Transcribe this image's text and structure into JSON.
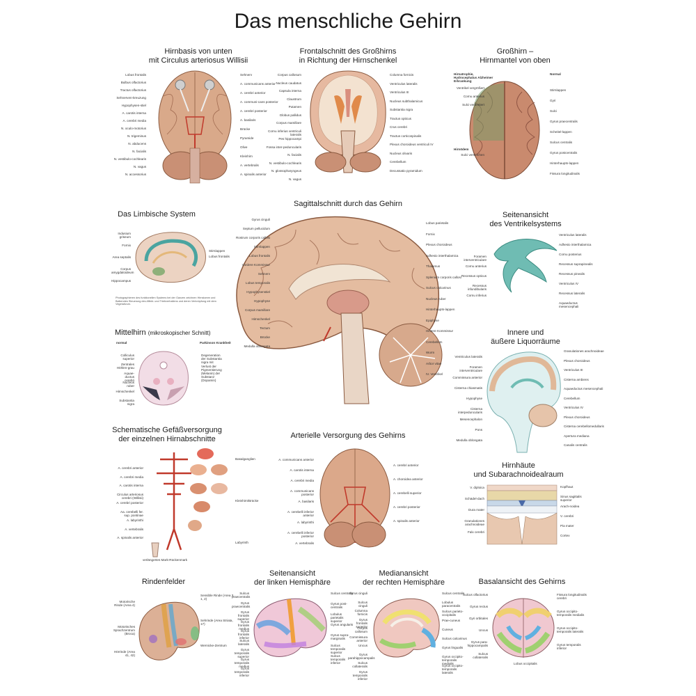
{
  "title": "Das menschliche Gehirn",
  "panels": {
    "hirnbasis": {
      "title_l1": "Hirnbasis von unten",
      "title_l2": "mit Circulus arteriosus Willisii",
      "left": [
        "Lobus frontalis",
        "Bulbus olfactorius",
        "Tractus olfactorius",
        "Sehnerven-kreuzung",
        "Hypophysen-stiel",
        "A. carotis interna",
        "A. cerebri media",
        "N. oculo-motorius",
        "N. trigeminus",
        "N. abducens",
        "N. facialis",
        "N. vestibulo-cochlearis",
        "N. vagus",
        "N. accessorius"
      ],
      "right": [
        "Sehnerv",
        "A. communicans anterior",
        "A. cerebri anterior",
        "A. communi-cans posterior",
        "A. cerebri posterior",
        "A. basilaris",
        "Brücke",
        "Pyramide",
        "Olive",
        "Kleinhirn",
        "A. vertebralis",
        "A. spinalis anterior"
      ]
    },
    "frontal": {
      "title_l1": "Frontalschnitt des Großhirns",
      "title_l2": "in Richtung der Hirnschenkel",
      "left": [
        "Corpus callosum",
        "Nucleus caudatus",
        "Capsula interna",
        "Claustrum",
        "Putamen",
        "Globus pallidus",
        "Corpus mamillare",
        "Cornu inferius ventriculi lateralis",
        "Pes hippocampi",
        "Fossa inter-peduncularis",
        "N. facialis",
        "N. vestibulo-cochlearis",
        "N. glossopharyngeus",
        "N. vagus"
      ],
      "right": [
        "Columna fornicis",
        "Ventriculus lateralis",
        "Ventriculus III",
        "Nucleus subthalamicus",
        "Substantia nigra",
        "Tractus opticus",
        "Crus cerebri",
        "Tractus corticospinalis",
        "Plexus choroideus ventriculi IV",
        "Nucleus olivaris",
        "Cerebellum",
        "Decussatio pyramidum"
      ]
    },
    "mantel": {
      "title_l1": "Großhirn –",
      "title_l2": "Hirnmantel von oben",
      "head_left": "Hirnatrophie, Hydrocephalus Alzheimer Erkrankung",
      "head_right": "Normal",
      "left": [
        "Ventrikel vergrößert",
        "Cornu anterius",
        "Sulci verbreitert"
      ],
      "left_bottom_head": "Hirnödem",
      "left_bottom": [
        "Sulci verstrichen"
      ],
      "right": [
        "Stirnlappen",
        "Gyri",
        "Sulci",
        "Gyrus praecentralis",
        "Scheitel-lappen",
        "Sulcus centralis",
        "Gyrus postcentralis",
        "Hinterhaupts-lappen",
        "Fissura longitudinalis"
      ]
    },
    "limbisch": {
      "title": "Das Limbische System",
      "left": [
        "Indusium griseum",
        "Fornix",
        "Area septalis",
        "Corpus amygdaloideum",
        "Hippocampus"
      ],
      "right": [
        "Stirnlappen",
        "Lobus frontalis"
      ],
      "note": "Photographieren des funktionellen Systems bei der Ganzen zeichnen Hirnstamm und Balkendes Steuerung des Affekt- und Triebverhaltens und deren Verknüpfung mit dem Vegetativum."
    },
    "mittelhirn": {
      "title": "Mittelhirn",
      "title_sub": "(mikroskopischer Schnitt)",
      "head_left": "normal",
      "head_right": "Parkinson Krankheit",
      "left": [
        "Colliculus superior",
        "Zentrales Höhlen-grau",
        "Aquae-ductus cerebri",
        "Nucleus ruber",
        "Hirnschenkel",
        "Substantia nigra"
      ],
      "right": [
        "Degeneration der Substantia nigra mit Verlust der Pigmentierung (Melanin) der Substanz (Dopamin)"
      ]
    },
    "sagittal": {
      "title": "Sagittalschnitt durch das Gehirn",
      "left": [
        "Gyrus cinguli",
        "Septum pellucidum",
        "Rostrum corporis callosi",
        "Stirnlappen",
        "Lobus frontalis",
        "Vordere Kommissur",
        "Sehnerv",
        "Lobus temporalis",
        "Hypophysenstiel",
        "Hypophyse",
        "Corpus mamillare",
        "Hirnschenkel",
        "Tectum",
        "Brücke",
        "Medulla oblongata"
      ],
      "right": [
        "Lobus parietalis",
        "Fornix",
        "Plexus choroideus",
        "Adhesio interthalamica",
        "Thalamus",
        "Splenium corporis callosi",
        "Sulcus calcarinus",
        "Nucleus ruber",
        "Hinterhaupts-lappen",
        "Epiphyse",
        "Hintere Kommissur",
        "Cerebellum",
        "Wurm",
        "Arbor vitae",
        "IV. Ventrikel"
      ]
    },
    "ventrikel": {
      "title_l1": "Seitenansicht",
      "title_l2": "des Ventrikelsystems",
      "left": [
        "Foramen interventriculare",
        "Cornu anterius",
        "Recessus opticus",
        "Recessus infundibularis",
        "Cornu inferius"
      ],
      "right": [
        "Ventriculus lateralis",
        "Adhesio interthalamica",
        "Cornu posterius",
        "Recessus suprapinealis",
        "Recessus pinealis",
        "Ventriculus IV",
        "Recessus lateralis",
        "Aquaeductus mesencephali"
      ]
    },
    "liquor": {
      "title_l1": "Innere und",
      "title_l2": "äußere Liquorräume",
      "left": [
        "Ventriculus lateralis",
        "Foramen interventriculare",
        "Commissura anterior",
        "Cisterna chiasmatis",
        "Hypophyse",
        "Cisterna interpeduncularis",
        "Mesencephalon",
        "Pons",
        "Medulla oblongata"
      ],
      "right": [
        "Granulationes arachnoideae",
        "Plexus choroideus",
        "Ventriculus III",
        "Cisterna ambiens",
        "Aquaeductus mesencephali",
        "Cerebellum",
        "Ventriculus IV",
        "Plexus choroideus",
        "Cisterna cerebellomedullaris",
        "Apertura mediana",
        "Canalis centralis"
      ]
    },
    "gefaess": {
      "title_l1": "Schematische Gefäßversorgung",
      "title_l2": "der einzelnen Hirnabschnitte",
      "left": [
        "A. cerebri anterior",
        "A. cerebri media",
        "A. carotis interna",
        "Circulus arteriosus cerebri (Willisii)",
        "A. cerebri posterior",
        "Aa. cerebelli fer. sup. pontinae",
        "A. labyrinthi",
        "A. vertebralis",
        "A. spinalis anterior"
      ],
      "right": [
        "Basalganglien",
        "Kleinhirn/Brücke",
        "Labyrinth"
      ],
      "bottom": "verlängertes Mark-Rückenmark"
    },
    "arteriell": {
      "title": "Arterielle Versorgung des Gehirns",
      "left": [
        "A. communicans anterior",
        "A. carotis interna",
        "A. cerebri media",
        "A. communicans posterior",
        "A. basilaris",
        "A. cerebelli inferior anterior",
        "A. labyrinthi",
        "A. cerebelli inferior posterior",
        "A. vertebralis"
      ],
      "right": [
        "A. cerebri anterior",
        "A. choroidea anterior",
        "A. cerebelli superior",
        "A. cerebri posterior",
        "A. spinalis anterior"
      ]
    },
    "hirnhaeute": {
      "title_l1": "Hirnhäute",
      "title_l2": "und Subarachnoidealraum",
      "left": [
        "V. diploica",
        "Schädel-dach",
        "Dura mater",
        "Granulationes arachnoideae",
        "Falx cerebri"
      ],
      "right": [
        "Kopfhaut",
        "Sinus sagittalis superior",
        "Arach-noidea",
        "V. cerebri",
        "Pia mater",
        "Cortex"
      ]
    },
    "rinden": {
      "title": "Rindenfelder",
      "left": [
        "Motorische Rinde (Area 4)",
        "Motorisches Sprachzentrum (Broca)",
        "Hörrinde (Area 41, 42)"
      ],
      "right": [
        "Sensible Rinde (Area 3, 1, 2)",
        "Sehrinde (Area Striata, 17)",
        "Wernicke-Zentrum"
      ]
    },
    "links": {
      "title_l1": "Seitenansicht",
      "title_l2": "der linken Hemisphäre",
      "left": [
        "Sulcus praecentralis",
        "Gyrus praecentralis",
        "Gyrus frontalis superior",
        "Gyrus frontalis medius",
        "Gyrus frontalis inferior",
        "Sulcus lateralis",
        "Gyrus temporalis superior",
        "Gyrus temporalis medius",
        "Gyrus temporalis inferior"
      ],
      "right": [
        "Sulcus centralis",
        "Gyrus post-centralis",
        "Lobulus parietalis superior",
        "Gyrus angularis",
        "Gyrus supra-marginalis",
        "Sulcus temporalis superior",
        "Sulcus temporalis inferior"
      ]
    },
    "rechts": {
      "title_l1": "Medianansicht",
      "title_l2": "der rechten Hemisphäre",
      "left": [
        "Gyrus cinguli",
        "Sulcus cinguli",
        "Columna fornicis",
        "Gyrus frontalis superior",
        "Corpus callosum",
        "Commissura anterior",
        "Uncus",
        "Gyrus parahippocampalis",
        "Sulcus collateralis",
        "Gyrus temporalis inferior"
      ],
      "right": [
        "Sulcus centralis",
        "Lobulus paracentralis",
        "Sulcus parieto-occipitalis",
        "Prae-cuneus",
        "Cuneus",
        "Sulcus calcarinus",
        "Gyrus lingualis",
        "Gyrus occipito-temporalis medialis",
        "Gyrus occipito-temporalis lateralis"
      ]
    },
    "basal": {
      "title": "Basalansicht des Gehirns",
      "left": [
        "Sulcus olfactorius",
        "Gyrus rectus",
        "Gyri orbitales",
        "Uncus",
        "Gyrus para-hippocampalis",
        "Sulcus collateralis"
      ],
      "right": [
        "Fissura longitudinalis cerebri",
        "Gyrus occipito-temporalis medialis",
        "Gyrus occipito-temporalis lateralis",
        "Gyrus temporalis inferior"
      ],
      "bottom": "Lobus occipitalis"
    }
  }
}
